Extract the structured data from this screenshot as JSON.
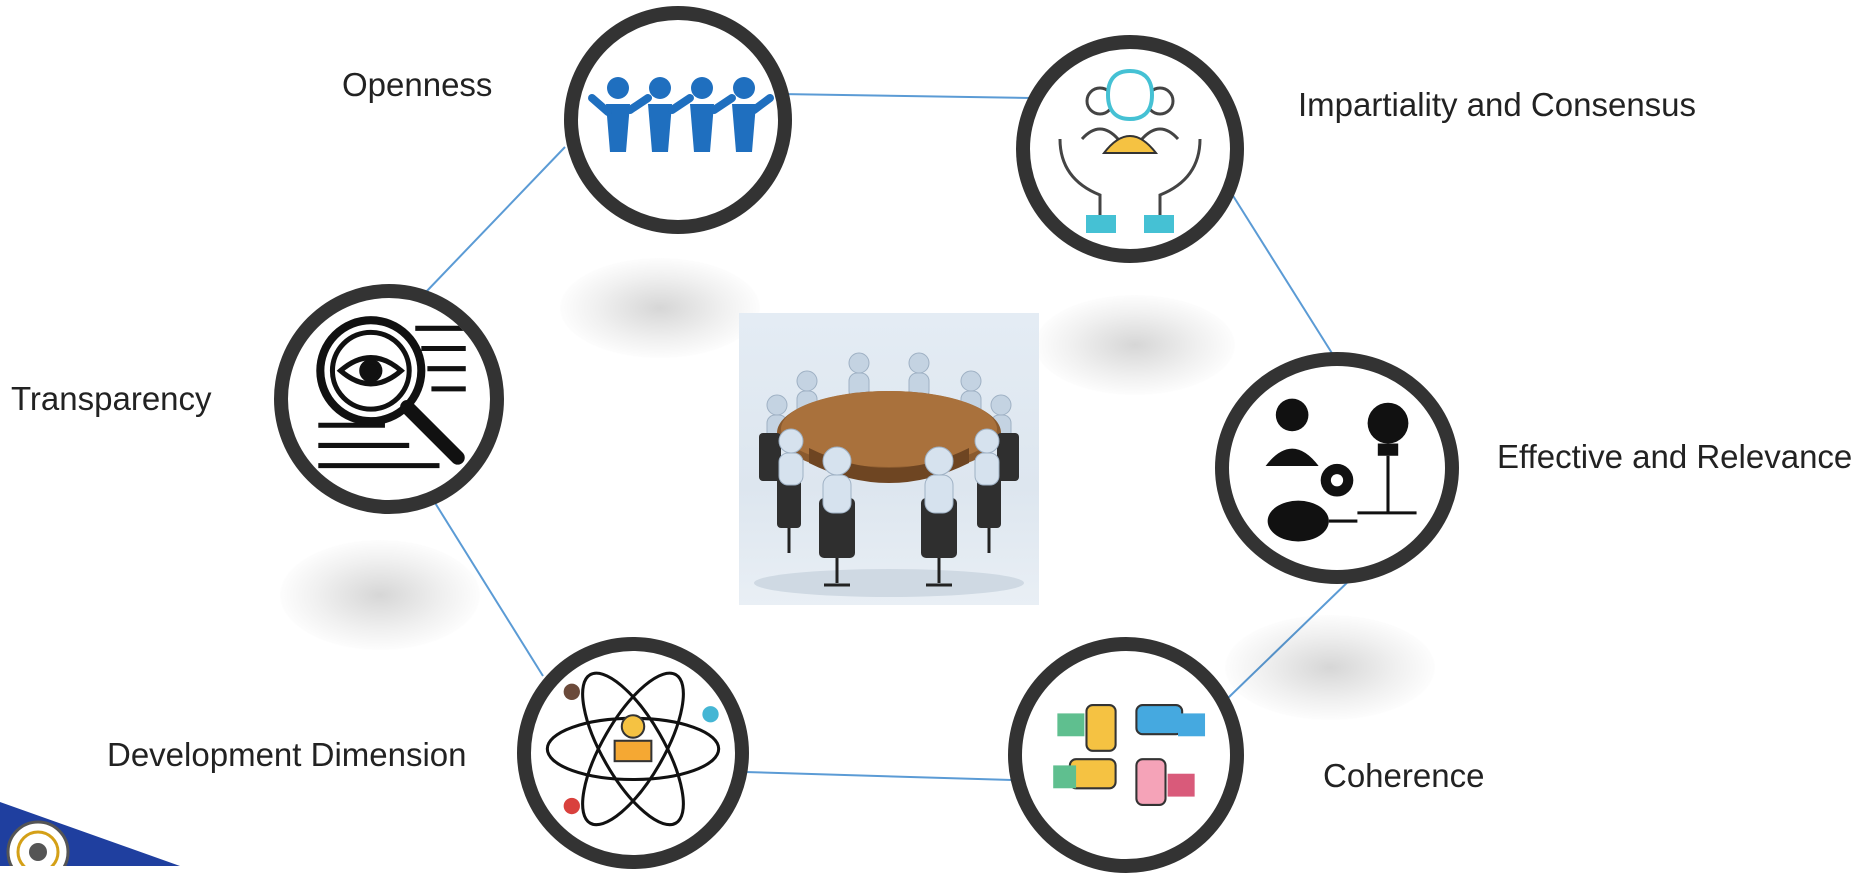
{
  "diagram": {
    "nodes": [
      {
        "id": "openness",
        "label": "Openness",
        "icon": "group-of-people-icon"
      },
      {
        "id": "impartiality",
        "label": "Impartiality and Consensus",
        "icon": "people-in-hands-icon"
      },
      {
        "id": "effective",
        "label": "Effective and Relevance",
        "icon": "person-gear-bulb-brain-icon"
      },
      {
        "id": "coherence",
        "label": "Coherence",
        "icon": "joined-hands-icon"
      },
      {
        "id": "development",
        "label": "Development Dimension",
        "icon": "atom-person-icon"
      },
      {
        "id": "transparency",
        "label": "Transparency",
        "icon": "magnifier-eye-document-icon"
      }
    ],
    "center_image": "round-table-meeting-illustration",
    "colors": {
      "ring": "#333333",
      "connector": "#5b9bd5",
      "openness_icon": "#1f6fbf",
      "impartiality_accent": "#45c1d4",
      "impartiality_person": "#f5c242"
    }
  }
}
